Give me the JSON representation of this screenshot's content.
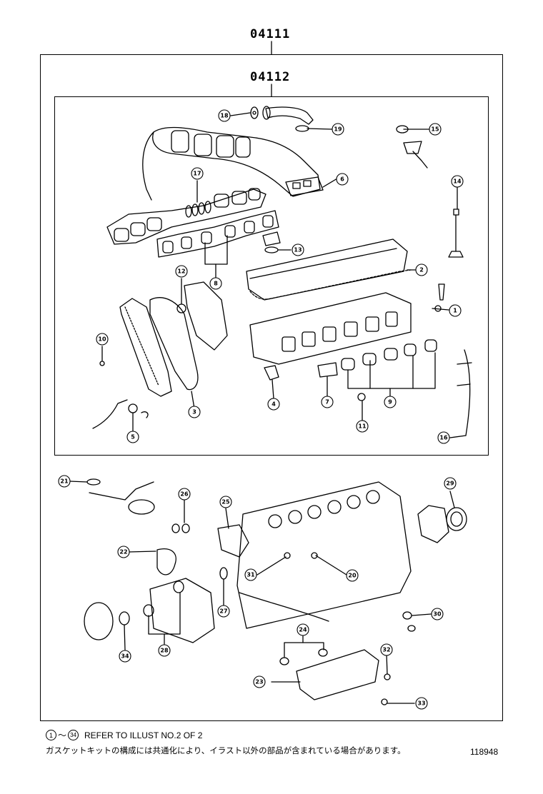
{
  "assembly_numbers": {
    "outer": "04111",
    "inner": "04112"
  },
  "callouts": [
    "1",
    "2",
    "3",
    "4",
    "5",
    "6",
    "7",
    "8",
    "9",
    "10",
    "11",
    "12",
    "13",
    "14",
    "15",
    "16",
    "17",
    "18",
    "19",
    "20",
    "21",
    "22",
    "23",
    "24",
    "25",
    "26",
    "27",
    "28",
    "29",
    "30",
    "31",
    "32",
    "33",
    "34"
  ],
  "footer": {
    "range_from": "1",
    "range_sep": "〜",
    "range_to": "34",
    "refer_text": "REFER TO ILLUST NO.2 OF 2",
    "japanese_note": "ガスケットキットの構成には共通化により、イラスト以外の部品が含まれている場合があります。",
    "illustration_number": "118948"
  }
}
